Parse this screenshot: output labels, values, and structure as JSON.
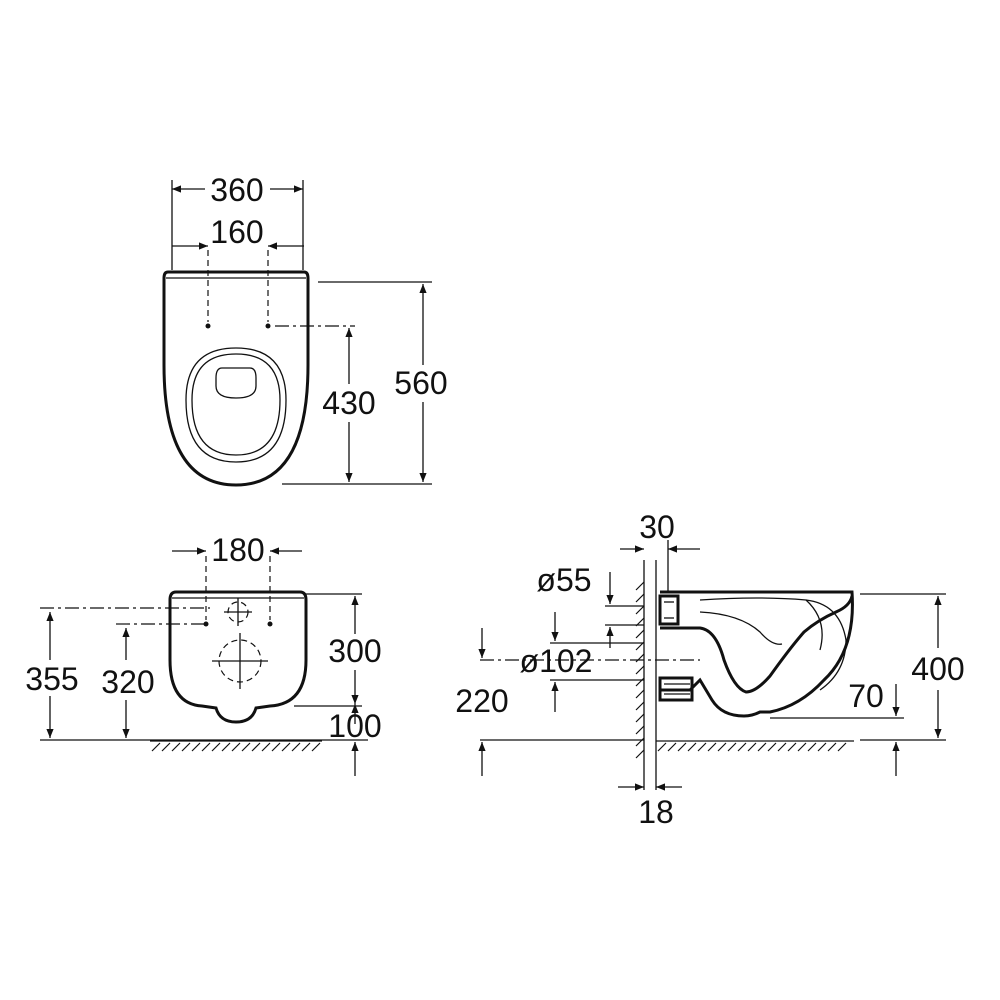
{
  "top_view": {
    "width_total": "360",
    "width_fixing": "160",
    "depth_fixing": "430",
    "depth_total": "560"
  },
  "front_view": {
    "fixing_spacing": "180",
    "height_355": "355",
    "height_320": "320",
    "body_height": "300",
    "bottom_gap": "100"
  },
  "side_view": {
    "wall_30": "30",
    "dia_55": "ø55",
    "dia_102": "ø102",
    "height_220": "220",
    "height_400": "400",
    "dim_70": "70",
    "wall_18": "18"
  }
}
